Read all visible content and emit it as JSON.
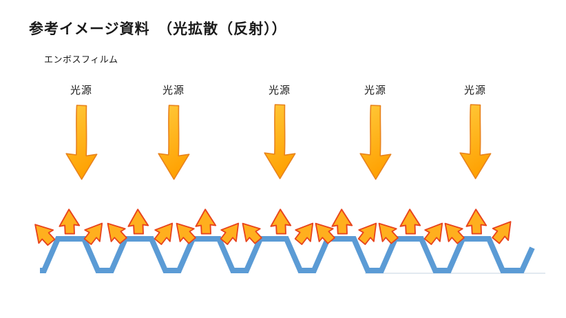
{
  "slide": {
    "title": "参考イメージ資料　（光拡散（反射））",
    "film_label": "エンボスフィルム"
  },
  "light_sources": [
    {
      "label": "光源"
    },
    {
      "label": "光源"
    },
    {
      "label": "光源"
    },
    {
      "label": "光源"
    },
    {
      "label": "光源"
    }
  ],
  "colors": {
    "background": "#FFFFFF",
    "text": "#1A1A1A",
    "wave_blue": "#5B9BD5",
    "big_arrow_fill_top": "#FFC93A",
    "big_arrow_fill_bottom": "#FFA203",
    "big_arrow_outline": "#E8821C",
    "small_arrow_fill": "#FFAF1E",
    "small_arrow_outline": "#E8431C",
    "baseline_shadow": "#D9E2EC"
  },
  "icons": {
    "light_beam": "down-arrow-icon",
    "scattered_light_up": "up-arrow-icon",
    "scattered_light_up_left": "up-left-arrow-icon",
    "scattered_light_up_right": "up-right-arrow-icon"
  }
}
